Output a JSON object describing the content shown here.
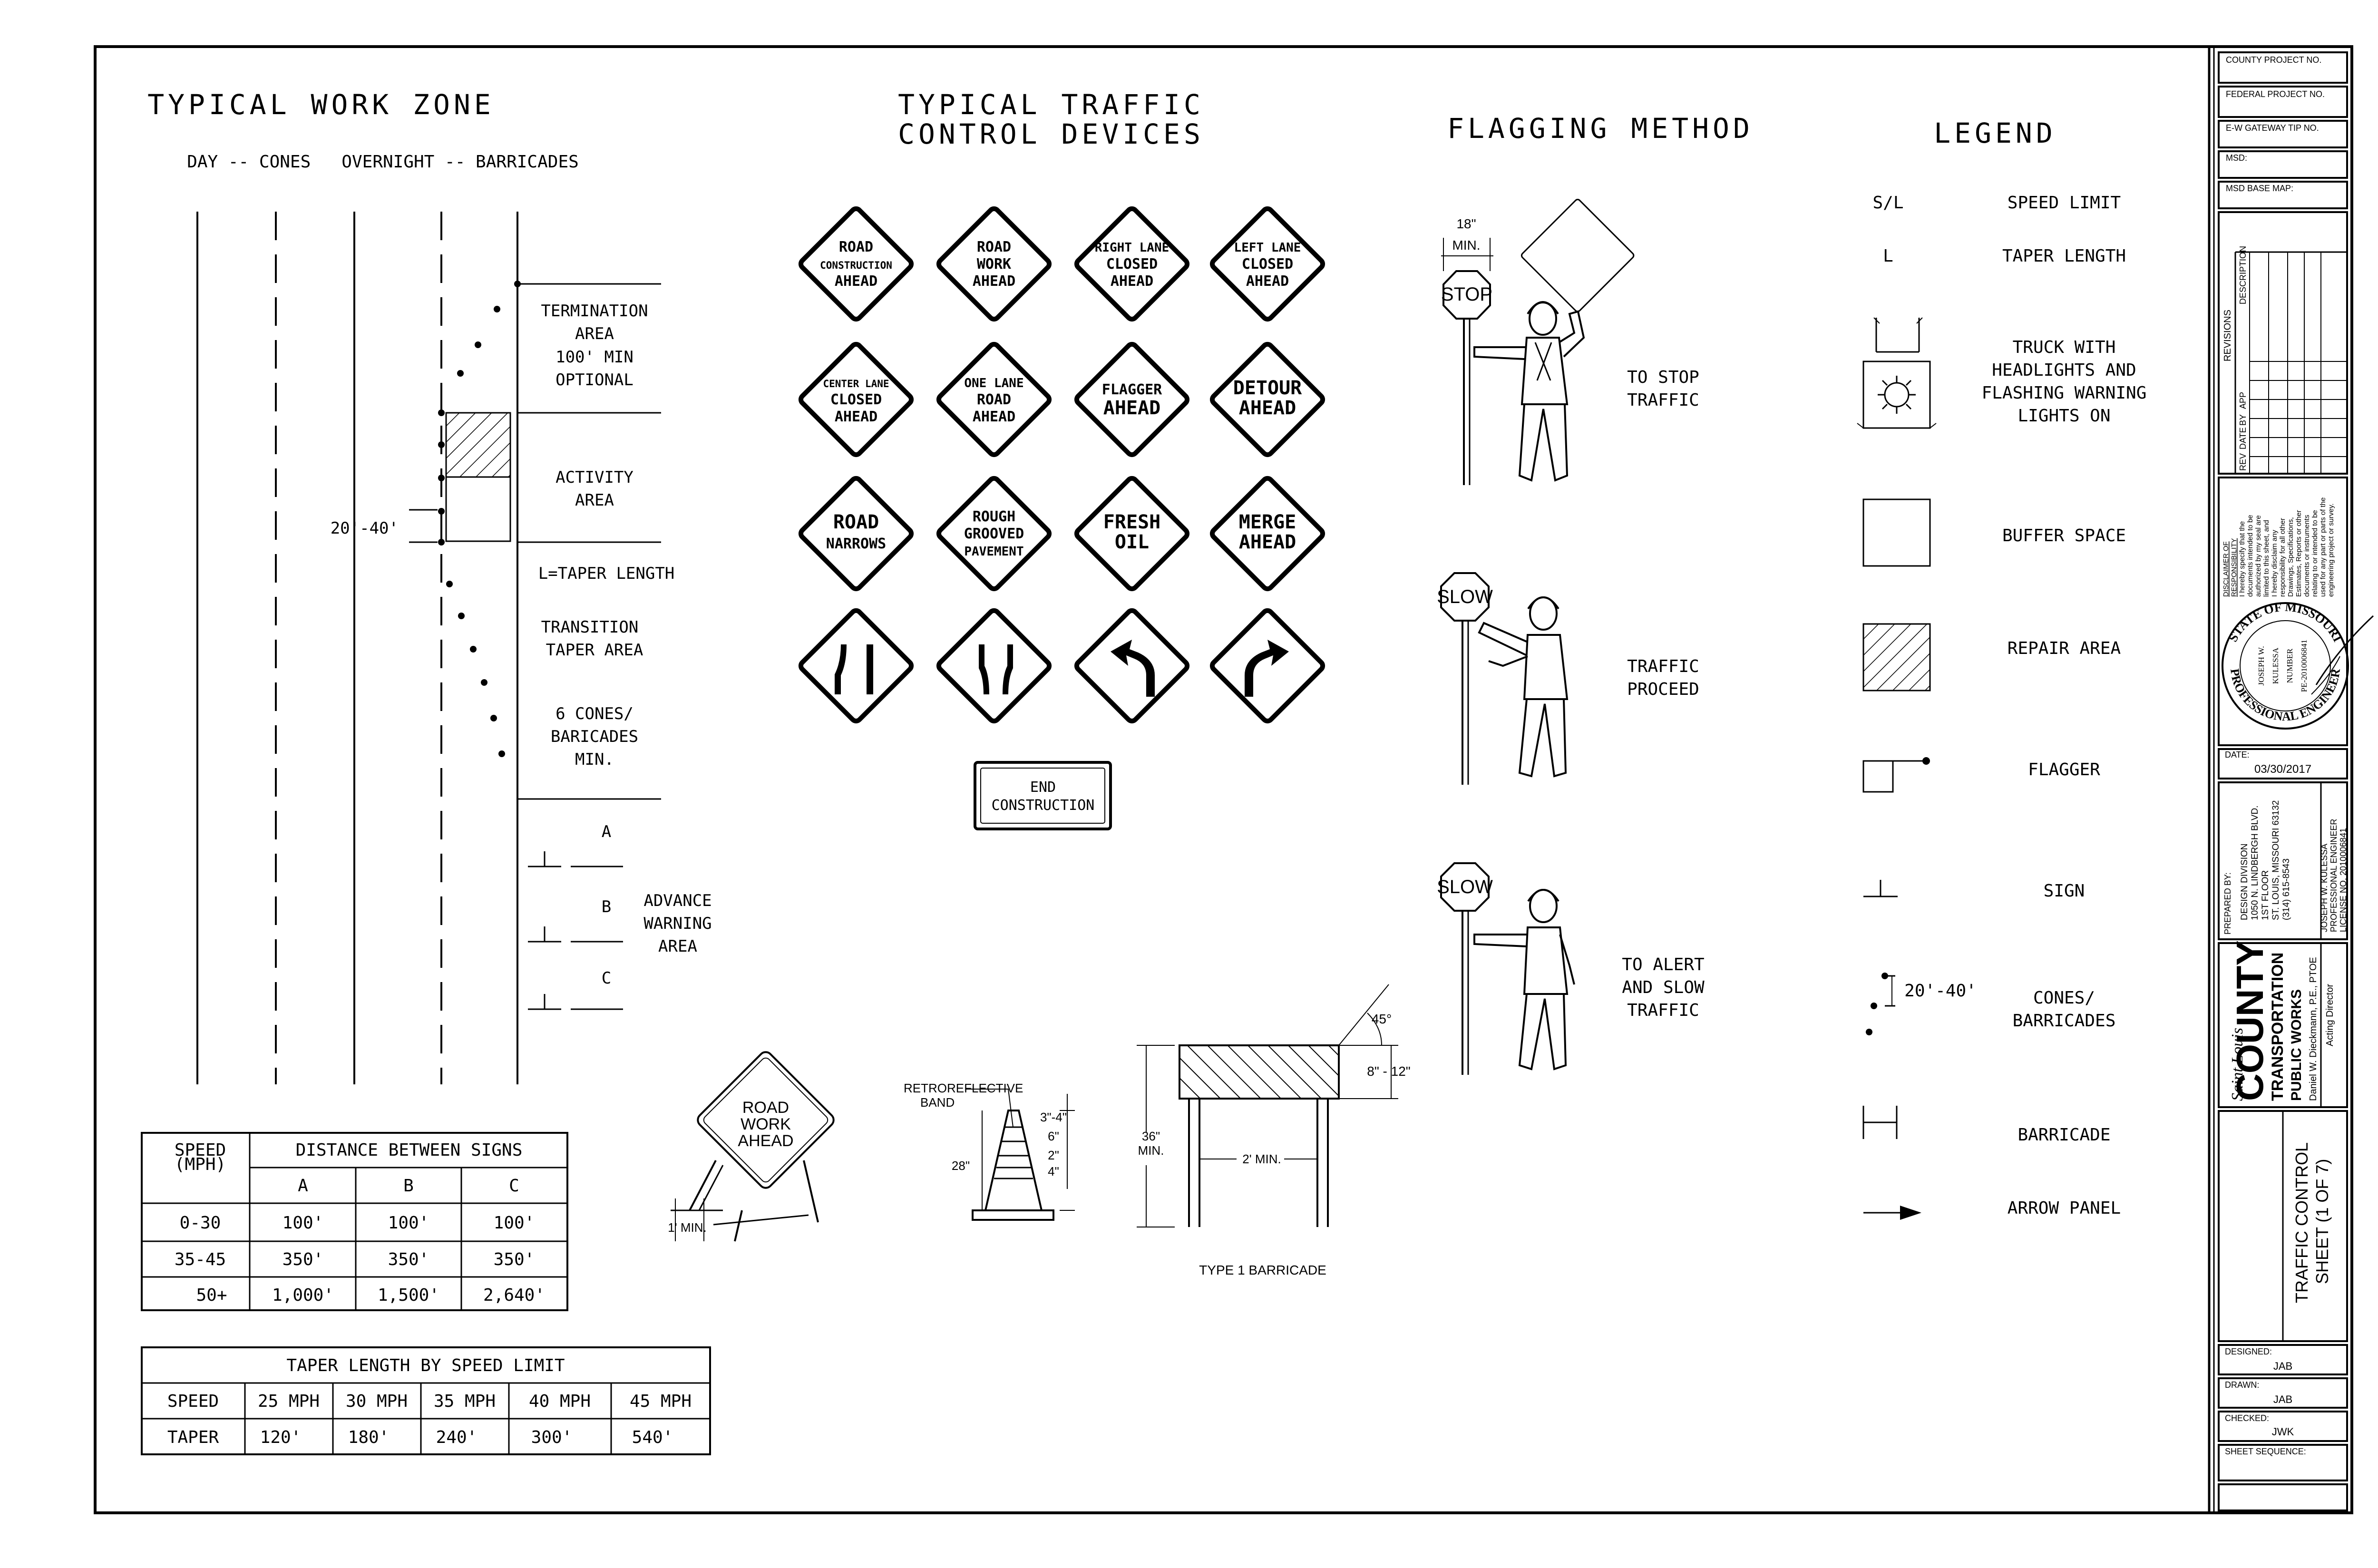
{
  "work_zone": {
    "title": "TYPICAL WORK ZONE",
    "subtitle": "DAY -- CONES   OVERNIGHT -- BARRICADES",
    "termination": [
      "TERMINATION",
      "AREA",
      "100' MIN",
      "OPTIONAL"
    ],
    "activity": [
      "ACTIVITY",
      "AREA"
    ],
    "offset": "20'-40'",
    "taper_def": "L=TAPER LENGTH",
    "transition": [
      "TRANSITION",
      "TAPER AREA"
    ],
    "cones": [
      "6 CONES/",
      "BARICADES",
      "MIN."
    ],
    "advance": [
      "ADVANCE",
      "WARNING",
      "AREA"
    ],
    "sign_a": "A",
    "sign_b": "B",
    "sign_c": "C"
  },
  "sign_table": {
    "speed_header": [
      "SPEED",
      "(MPH)"
    ],
    "distance_header": "DISTANCE BETWEEN SIGNS",
    "cols": [
      "A",
      "B",
      "C"
    ],
    "rows": [
      {
        "speed": "0-30",
        "a": "100'",
        "b": "100'",
        "c": "100'"
      },
      {
        "speed": "35-45",
        "a": "350'",
        "b": "350'",
        "c": "350'"
      },
      {
        "speed": "50+",
        "a": "1,000'",
        "b": "1,500'",
        "c": "2,640'"
      }
    ]
  },
  "taper_table": {
    "title": "TAPER LENGTH BY SPEED LIMIT",
    "speed_label": "SPEED",
    "taper_label": "TAPER",
    "speeds": [
      "25 MPH",
      "30 MPH",
      "35 MPH",
      "40 MPH",
      "45 MPH"
    ],
    "tapers": [
      "120'",
      "180'",
      "240'",
      "300'",
      "540'"
    ]
  },
  "devices": {
    "title": [
      "TYPICAL TRAFFIC",
      "CONTROL DEVICES"
    ],
    "signs": [
      {
        "lines": [
          "ROAD",
          "CONSTRUCTION",
          "AHEAD"
        ]
      },
      {
        "lines": [
          "ROAD",
          "WORK",
          "AHEAD"
        ]
      },
      {
        "lines": [
          "RIGHT LANE",
          "CLOSED",
          "AHEAD"
        ]
      },
      {
        "lines": [
          "LEFT LANE",
          "CLOSED",
          "AHEAD"
        ]
      },
      {
        "lines": [
          "CENTER LANE",
          "CLOSED",
          "AHEAD"
        ]
      },
      {
        "lines": [
          "ONE LANE",
          "ROAD",
          "AHEAD"
        ]
      },
      {
        "lines": [
          "FLAGGER",
          "AHEAD"
        ]
      },
      {
        "lines": [
          "DETOUR",
          "AHEAD"
        ]
      },
      {
        "lines": [
          "ROAD",
          "NARROWS"
        ]
      },
      {
        "lines": [
          "ROUGH",
          "GROOVED",
          "PAVEMENT"
        ]
      },
      {
        "lines": [
          "FRESH",
          "OIL"
        ]
      },
      {
        "lines": [
          "MERGE",
          "AHEAD"
        ]
      }
    ],
    "end_sign": [
      "END",
      "CONSTRUCTION"
    ],
    "stand_sign": [
      "ROAD",
      "WORK",
      "AHEAD"
    ],
    "stand_dim": "1' MIN.",
    "cone_band": [
      "RETROREFLECTIVE",
      "BAND"
    ],
    "cone_dims": [
      "3\"-4\"",
      "6\"",
      "2\"",
      "4\""
    ],
    "cone_height": "28\"",
    "barricade_min": [
      "36\"",
      "MIN."
    ],
    "barricade_width": "2' MIN.",
    "barricade_angle": "45°",
    "barricade_stripe": "8\" - 12\"",
    "barricade_caption": "TYPE 1 BARRICADE"
  },
  "flagging": {
    "title": "FLAGGING METHOD",
    "dim": [
      "18\"",
      "MIN."
    ],
    "stop": "STOP",
    "slow": "SLOW",
    "stop_caption": [
      "TO STOP",
      "TRAFFIC"
    ],
    "proceed_caption": [
      "TRAFFIC",
      "PROCEED"
    ],
    "alert_caption": [
      "TO ALERT",
      "AND SLOW",
      "TRAFFIC"
    ]
  },
  "legend": {
    "title": "LEGEND",
    "sl_symbol": "S/L",
    "sl_label": "SPEED LIMIT",
    "l_symbol": "L",
    "l_label": "TAPER LENGTH",
    "truck_label": [
      "TRUCK WITH",
      "HEADLIGHTS AND",
      "FLASHING WARNING",
      "LIGHTS ON"
    ],
    "buffer_label": "BUFFER SPACE",
    "repair_label": "REPAIR AREA",
    "flagger_label": "FLAGGER",
    "sign_label": "SIGN",
    "cones_dim": "20'-40'",
    "cones_label": [
      "CONES/",
      "BARRICADES"
    ],
    "barricade_label": "BARRICADE",
    "arrow_label": "ARROW PANEL"
  },
  "title_block": {
    "county_project": "COUNTY PROJECT NO.",
    "federal_project": "FEDERAL PROJECT NO.",
    "gateway": "E-W GATEWAY TIP NO.",
    "msd": "MSD:",
    "msd_base": "MSD BASE MAP:",
    "revisions": "REVISIONS",
    "rev_cols": [
      "REV",
      "DATE",
      "BY",
      "APP",
      "DESCRIPTION"
    ],
    "disclaimer": [
      "DISCLAIMER OF",
      "RESPONSIBILITY",
      "I hereby specify that the",
      "documents intended to be",
      "authorized by my seal are",
      "limited to this sheet, and",
      "I hereby disclaim any",
      "responsibility for all other",
      "Drawings, Specifications,",
      "Estimates, Reports or other",
      "documents or instruments",
      "relating to or intended to be",
      "used for any part or parts of the",
      "engineering project or survey."
    ],
    "seal_top": "STATE OF MISSOURI",
    "seal_name": [
      "JOSEPH W.",
      "KULESSA",
      "NUMBER",
      "PE-2010006841"
    ],
    "seal_bottom": "PROFESSIONAL ENGINEER",
    "date_label": "DATE:",
    "date": "03/30/2017",
    "prepared_by": "PREPARED BY:",
    "prepared_lines": [
      "DESIGN DIVISION",
      "1050 N. LINDBERGH BLVD.",
      "1ST FLOOR",
      "ST. LOUIS, MISSOURI  63132",
      "(314) 615-8543"
    ],
    "engineer_lines": [
      "JOSEPH W. KULESSA",
      "PROFESSIONAL ENGINEER",
      "LICENSE NO. 2010006841"
    ],
    "logo_saint": "Saint Louis",
    "logo_county": "COUNTY",
    "logo_dept": "TRANSPORTATION",
    "logo_pw": "PUBLIC WORKS",
    "director_lines": [
      "Daniel W. Dieckmann, P.E., PTOE",
      "Acting Director"
    ],
    "sheet_title": [
      "TRAFFIC CONTROL",
      "SHEET (1 OF 7)"
    ],
    "designed_label": "DESIGNED:",
    "designed": "JAB",
    "drawn_label": "DRAWN:",
    "drawn": "JAB",
    "checked_label": "CHECKED:",
    "checked": "JWK",
    "sequence_label": "SHEET SEQUENCE:"
  }
}
